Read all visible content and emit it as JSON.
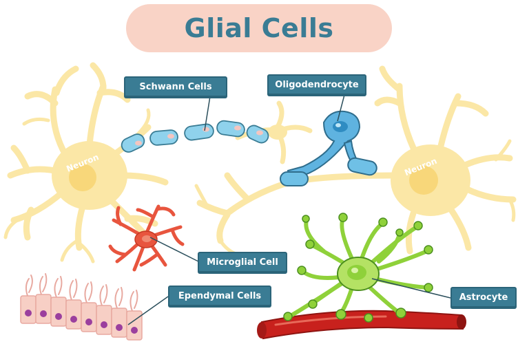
{
  "title": "Glial Cells",
  "labels": {
    "schwann": "Schwann Cells",
    "oligodendrocyte": "Oligodendrocyte",
    "microglial": "Microglial Cell",
    "ependymal": "Ependymal Cells",
    "astrocyte": "Astrocyte",
    "neuron_left": "Neuron",
    "neuron_right": "Neuron"
  },
  "colors": {
    "title_bg": "#f9d3c6",
    "title_text": "#3a7c94",
    "label_bg": "#3a7c94",
    "neuron": "#fbe7a6",
    "neuron_nucleus": "#f8d77a",
    "schwann": "#8fd2ec",
    "oligodendrocyte": "#5fb3e0",
    "microglia": "#e8553e",
    "ependymal": "#f7cfc5",
    "astrocyte": "#8fd13a",
    "blood_vessel": "#c8211d"
  }
}
